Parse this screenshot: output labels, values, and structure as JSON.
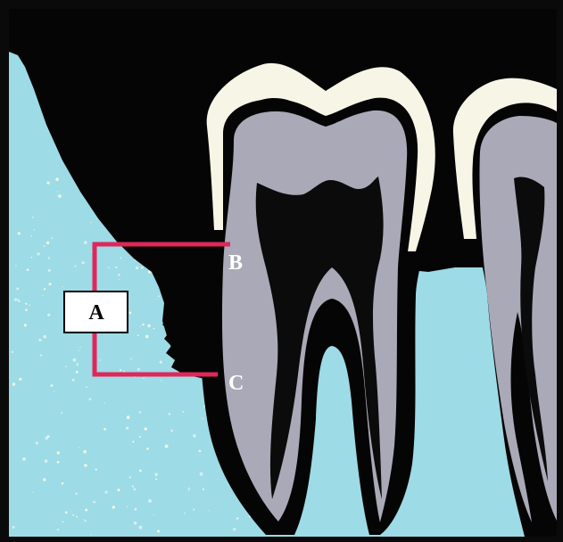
{
  "diagram": {
    "labels": {
      "a": "A",
      "b": "B",
      "c": "C"
    },
    "colors": {
      "background": "#9ddbe6",
      "gum_dark": "#050505",
      "enamel": "#f7f6e6",
      "dentin": "#aaa9b8",
      "pulp": "#0b0b0b",
      "bracket": "#e0275a",
      "frame": "#0a0a0a",
      "label_box": "#ffffff"
    }
  }
}
